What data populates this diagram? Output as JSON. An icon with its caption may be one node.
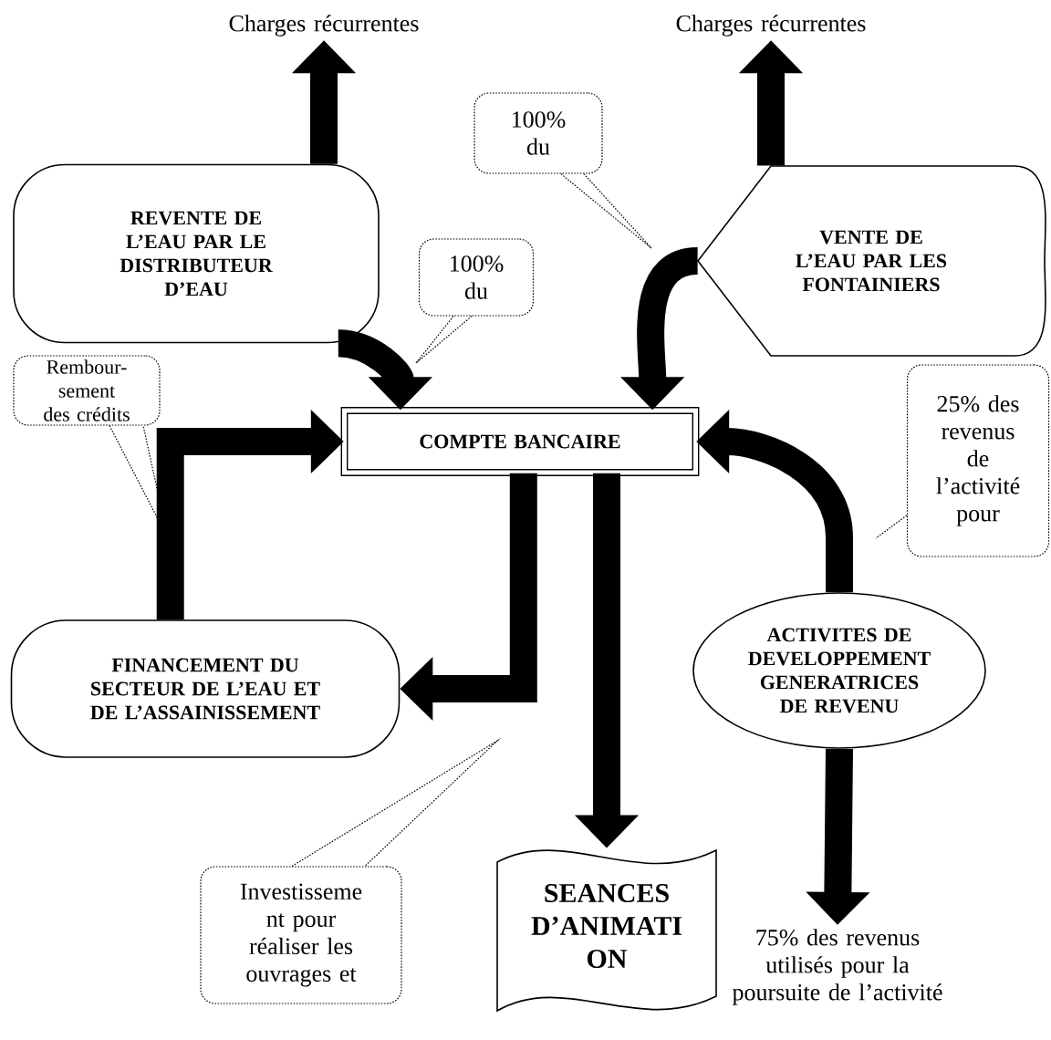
{
  "diagram": {
    "nodes": [
      {
        "text": [
          "Charges récurrentes"
        ]
      },
      {
        "text": [
          "Charges récurrentes"
        ]
      },
      {
        "text": [
          "REVENTE DE L’EAU PAR LE DISTRIBUTEUR D’EAU"
        ]
      },
      {
        "text": [
          "VENTE DE L’EAU PAR LES FONTAINIERS"
        ]
      },
      {
        "text": [
          "100% du"
        ]
      },
      {
        "text": [
          "100% du"
        ]
      },
      {
        "text": [
          "Rembour- sement des crédits"
        ]
      },
      {
        "text": [
          "COMPTE BANCAIRE"
        ]
      },
      {
        "text": [
          "25% des revenus de l’activité pour"
        ]
      },
      {
        "text": [
          "FINANCEMENT DU SECTEUR DE L’EAU ET DE L’ASSAINISSEMENT"
        ]
      },
      {
        "text": [
          "ACTIVITES DE DEVELOPPEMENT GENERATRICES DE REVENU"
        ]
      },
      {
        "text": [
          "Investisseme nt pour réaliser les ouvrages et"
        ]
      },
      {
        "text": [
          "SEANCES D’ANIMATI ON"
        ]
      },
      {
        "text": [
          "75% des revenus utilisés pour la poursuite de l’activité"
        ]
      }
    ],
    "edges": [
      {
        "from": 2,
        "to": 0,
        "arrow": "to"
      },
      {
        "from": 3,
        "to": 1,
        "arrow": "to"
      },
      {
        "from": 2,
        "to": 7,
        "arrow": "to"
      },
      {
        "from": 3,
        "to": 7,
        "arrow": "to"
      },
      {
        "from": 9,
        "to": 7,
        "arrow": "to"
      },
      {
        "from": 7,
        "to": 9,
        "arrow": "to"
      },
      {
        "from": 7,
        "to": 12,
        "arrow": "to"
      },
      {
        "from": 10,
        "to": 7,
        "arrow": "to"
      },
      {
        "from": 10,
        "to": 13,
        "arrow": "to"
      },
      {
        "from": 4,
        "to": null,
        "arrow": "none",
        "style": "dashed"
      },
      {
        "from": 5,
        "to": null,
        "arrow": "none",
        "style": "dashed"
      },
      {
        "from": 6,
        "to": null,
        "arrow": "none",
        "style": "dashed"
      },
      {
        "from": 8,
        "to": null,
        "arrow": "none",
        "style": "dashed"
      },
      {
        "from": 11,
        "to": null,
        "arrow": "none",
        "style": "dashed"
      }
    ]
  }
}
